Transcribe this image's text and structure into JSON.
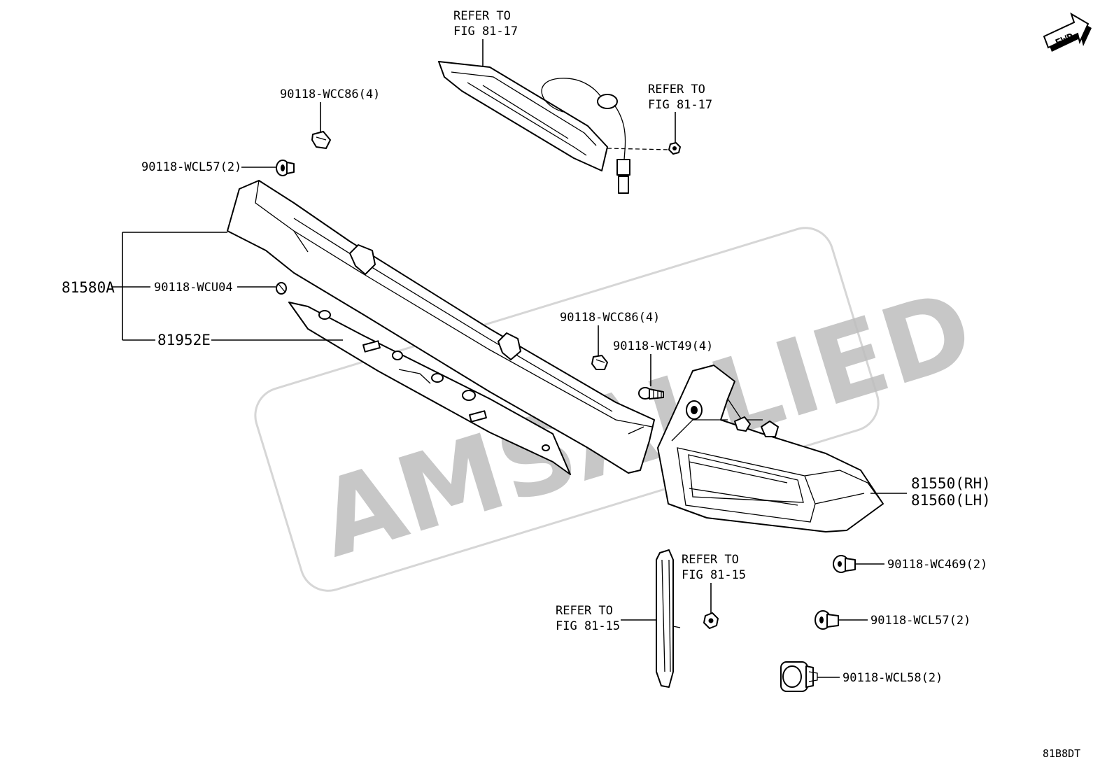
{
  "watermark": "AMSALLIED",
  "fwd_label": "FWD",
  "figure_code": "81B8DT",
  "refer_fig_81_17_top": {
    "line1": "REFER TO",
    "line2": "FIG 81-17"
  },
  "refer_fig_81_17_right": {
    "line1": "REFER TO",
    "line2": "FIG 81-17"
  },
  "refer_fig_81_15_a": {
    "line1": "REFER TO",
    "line2": "FIG 81-15"
  },
  "refer_fig_81_15_b": {
    "line1": "REFER TO",
    "line2": "FIG 81-15"
  },
  "parts": {
    "p_90118_wcc86_top": "90118-WCC86(4)",
    "p_90118_wcl57_top": "90118-WCL57(2)",
    "p_81580a": "81580A",
    "p_90118_wcu04": "90118-WCU04",
    "p_81952e": "81952E",
    "p_90118_wcc86_mid": "90118-WCC86(4)",
    "p_90118_wct49": "90118-WCT49(4)",
    "p_81550": "81550(RH)",
    "p_81560": "81560(LH)",
    "p_90118_wc469": "90118-WC469(2)",
    "p_90118_wcl57_bottom": "90118-WCL57(2)",
    "p_90118_wcl58": "90118-WCL58(2)"
  }
}
